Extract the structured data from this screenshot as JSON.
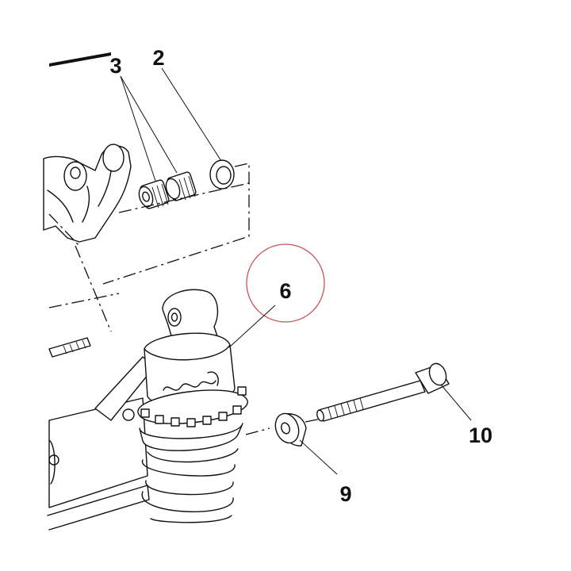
{
  "callouts": {
    "part_2": "2",
    "part_3": "3",
    "part_6": "6",
    "part_9": "9",
    "part_10": "10"
  },
  "colors": {
    "ink": "#111111",
    "highlight_circle": "#c8505a",
    "background": "#ffffff"
  }
}
